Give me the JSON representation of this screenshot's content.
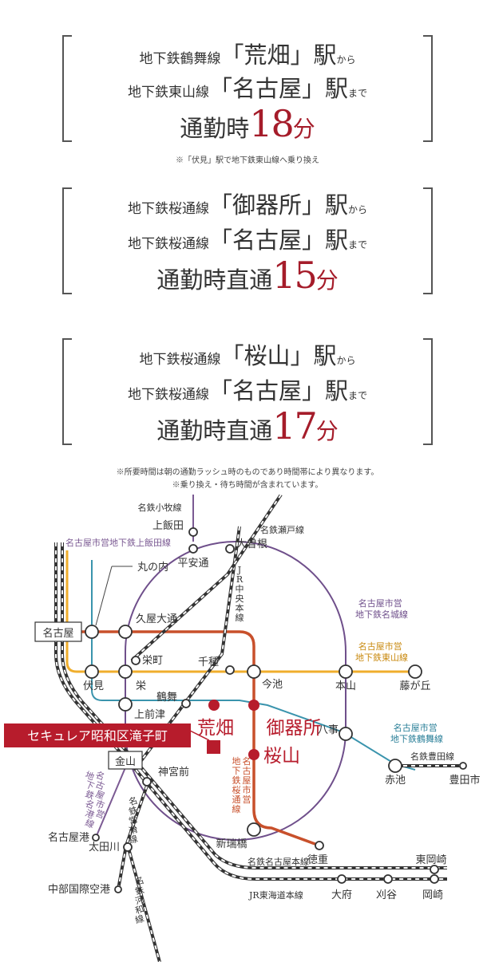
{
  "panels": [
    {
      "line1": {
        "pre": "地下鉄鶴舞線",
        "station": "「荒畑」",
        "post": "駅",
        "suffix": "から"
      },
      "line2": {
        "pre": "地下鉄東山線",
        "station": "「名古屋」",
        "post": "駅",
        "suffix": "まで"
      },
      "time": {
        "label": "通勤時",
        "minutes": "18",
        "unit": "分"
      },
      "footnote": "※「伏見」駅で地下鉄東山線へ乗り換え"
    },
    {
      "line1": {
        "pre": "地下鉄桜通線",
        "station": "「御器所」",
        "post": "駅",
        "suffix": "から"
      },
      "line2": {
        "pre": "地下鉄桜通線",
        "station": "「名古屋」",
        "post": "駅",
        "suffix": "まで"
      },
      "time": {
        "label": "通勤時直通",
        "minutes": "15",
        "unit": "分"
      }
    },
    {
      "line1": {
        "pre": "地下鉄桜通線",
        "station": "「桜山」",
        "post": "駅",
        "suffix": "から"
      },
      "line2": {
        "pre": "地下鉄桜通線",
        "station": "「名古屋」",
        "post": "駅",
        "suffix": "まで"
      },
      "time": {
        "label": "通勤時直通",
        "minutes": "17",
        "unit": "分"
      }
    }
  ],
  "notes": [
    "※所要時間は朝の通勤ラッシュ時のものであり時間帯により異なります。",
    "※乗り換え・待ち時間が含まれています。"
  ],
  "map": {
    "colors": {
      "meijo": "#6f4f8b",
      "higashiyama": "#f0ae2c",
      "sakuradori": "#c8502b",
      "tsurumai": "#3a94ad",
      "kamiiida": "#7b5a93",
      "accent": "#b71c2c",
      "rail": "#333333"
    },
    "property_label": "セキュレア昭和区滝子町",
    "line_labels": {
      "meitetsu_komaki": "名鉄小牧線",
      "kamiiida_line": "名古屋市営地下鉄上飯田線",
      "meitetsu_seto": "名鉄瀬戸線",
      "jr_chuo": "JR中央本線",
      "meijo": "名古屋市営\n地下鉄名城線",
      "higashiyama": "名古屋市営\n地下鉄東山線",
      "tsurumai": "名古屋市営\n地下鉄鶴舞線",
      "meitetsu_toyota": "名鉄豊田線",
      "sakuradori": "名古屋市営\n地下鉄桜通線",
      "meiko": "名古屋市営\n地下鉄名港線",
      "meitetsu_tokoname": "名鉄常滑線",
      "meitetsu_kowa": "名鉄河和線",
      "meitetsu_nagoya_main": "名鉄名古屋本線",
      "jr_tokaido": "JR東海道本線"
    },
    "stations": {
      "kamiiida": "上飯田",
      "heian_dori": "平安通",
      "ozone": "大曽根",
      "marunouchi": "丸の内",
      "hisaya_odori": "久屋大通",
      "nagoya": "名古屋",
      "sakaemachi": "栄町",
      "chikusa": "千種",
      "imaike": "今池",
      "motoyama": "本山",
      "fujigaoka": "藤が丘",
      "fushimi": "伏見",
      "sakae": "栄",
      "tsurumai": "鶴舞",
      "kamimaezu": "上前津",
      "arahata": "荒畑",
      "gokiso": "御器所",
      "yagoto": "八事",
      "sakurayama": "桜山",
      "kanayama": "金山",
      "akaike": "赤池",
      "toyotashi": "豊田市",
      "jingumae": "神宮前",
      "nagoyako": "名古屋港",
      "aratama_bashi": "新瑞橋",
      "tokushige": "徳重",
      "otagawa": "太田川",
      "higashi_okazaki": "東岡崎",
      "centrair": "中部国際空港",
      "obu": "大府",
      "kariya": "刈谷",
      "okazaki": "岡崎"
    }
  }
}
